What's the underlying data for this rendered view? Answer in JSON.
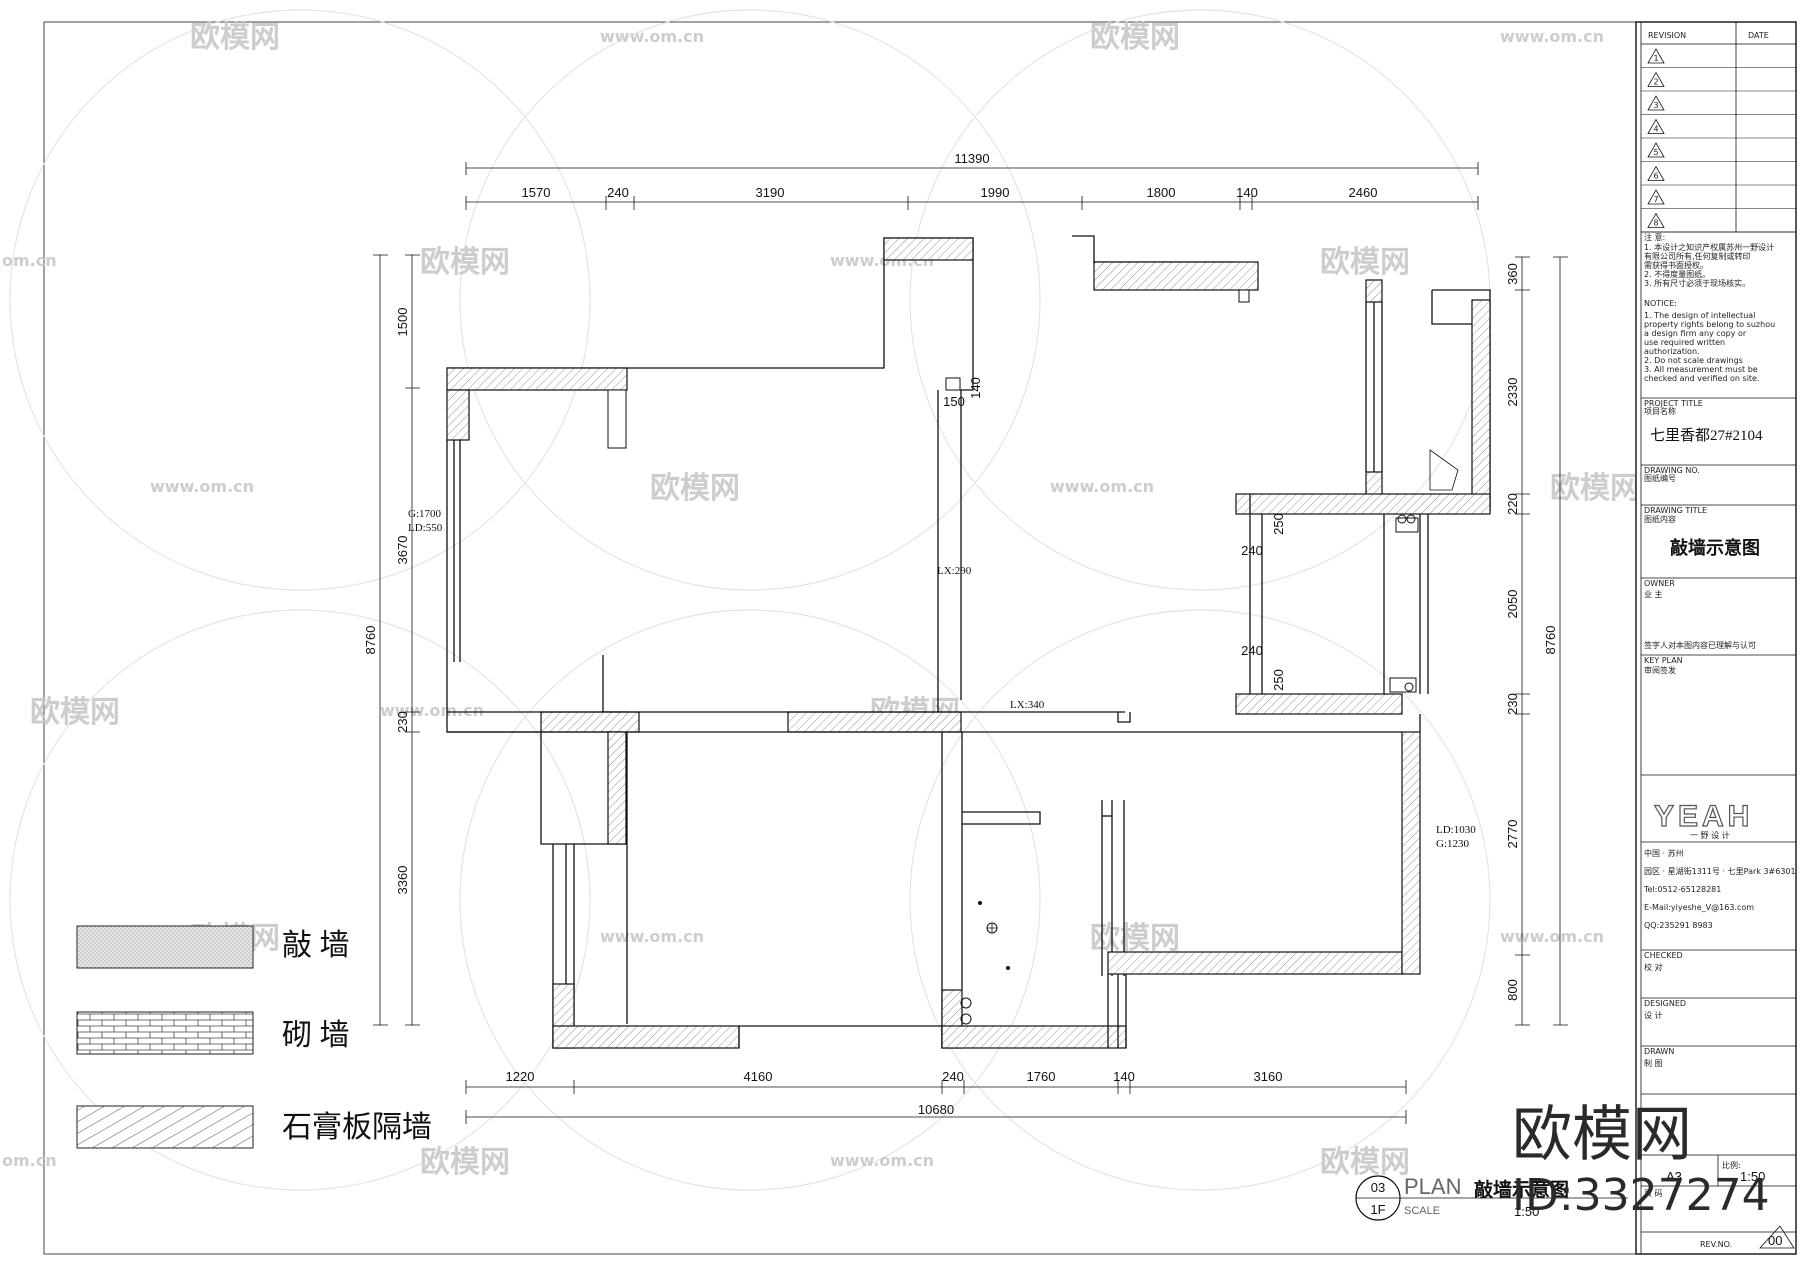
{
  "dims_top": {
    "total": "11390",
    "d1": "1570",
    "d2": "240",
    "d3": "3190",
    "d4": "1990",
    "d5": "1800",
    "d6": "140",
    "d7": "2460"
  },
  "dims_bottom": {
    "total": "10680",
    "d1": "1220",
    "d2": "4160",
    "d3": "240",
    "d4": "1760",
    "d5": "140",
    "d6": "3160"
  },
  "dims_left": {
    "total": "8760",
    "d1": "1500",
    "d2": "3670",
    "d3": "230",
    "d4": "3360"
  },
  "dims_right": {
    "total": "8760",
    "d1": "360",
    "d2": "2330",
    "d3": "220",
    "d4": "2050",
    "d5": "230",
    "d6": "2770",
    "d7": "800"
  },
  "inner_dims": {
    "a": "140",
    "b": "150",
    "c": "250",
    "d": "240",
    "e": "240",
    "f": "250"
  },
  "plan_notes": {
    "g1700": "G:1700",
    "ld550": "LD:550",
    "lx290": "LX:290",
    "lx340": "LX:340",
    "ld1030": "LD:1030",
    "g1230": "G:1230"
  },
  "legend": {
    "demolish": "敲 墙",
    "masonry": "砌 墙",
    "gypsum": "石膏板隔墙"
  },
  "title_block": {
    "revision": "REVISION",
    "date": "DATE",
    "revs": [
      "1",
      "2",
      "3",
      "4",
      "5",
      "6",
      "7",
      "8"
    ],
    "notes_cn_label": "注 意:",
    "notes_cn": [
      "1. 本设计之知识产权属苏州一野设计",
      "   有限公司所有,任何复制或转印",
      "   需获得书面授权。",
      "2. 不得度量图纸。",
      "3. 所有尺寸必须于现场核实。"
    ],
    "notice_label": "NOTICE:",
    "notice": [
      "1. The design of intellectual",
      "   property rights belong to suzhou",
      "   a design firm any copy or",
      "   use required written",
      "   authorization.",
      "2. Do not scale drawings",
      "3. All measurement must be",
      "   checked and verified on site."
    ],
    "project_title_en": "PROJECT TITLE",
    "project_title_cn": "项目名称",
    "project_name": "七里香都27#2104",
    "drawing_no_en": "DRAWING NO.",
    "drawing_no_cn": "图纸编号",
    "drawing_title_en": "DRAWING TITLE",
    "drawing_title_cn": "图纸内容",
    "drawing_name": "敲墙示意图",
    "owner_en": "OWNER",
    "owner_cn": "业 主",
    "owner_note": "签字人对本图内容已理解与认可",
    "key_plan_en": "KEY PLAN",
    "key_plan_cn": "审阅签发",
    "logo": "YEAH",
    "logo_sub": "一 野 设 计",
    "company": [
      "中国 · 苏州",
      "园区 · 星湖街1311号 · 七里Park 3#6301",
      "Tel:0512-65128281",
      "E-Mail:yiyeshe_V@163.com",
      "QQ:235291 8983"
    ],
    "checked_en": "CHECKED",
    "checked_cn": "校 对",
    "designed_en": "DESIGNED",
    "designed_cn": "设 计",
    "drawn_en": "DRAWN",
    "drawn_cn": "制 图",
    "sheet_size": "A3",
    "scale_label": "比例:",
    "scale_val": "1:50",
    "page_label": "页 码",
    "rev_num": "00",
    "project_no": "REV.NO."
  },
  "plan_tag": {
    "num": "03",
    "level": "1F",
    "plan": "PLAN",
    "scale": "SCALE",
    "title": "敲墙示意图",
    "ratio": "1:50"
  },
  "watermark": {
    "brand": "欧模网",
    "url": "www.om.cn",
    "id": "ID:3327274",
    "short": "om.cn"
  }
}
